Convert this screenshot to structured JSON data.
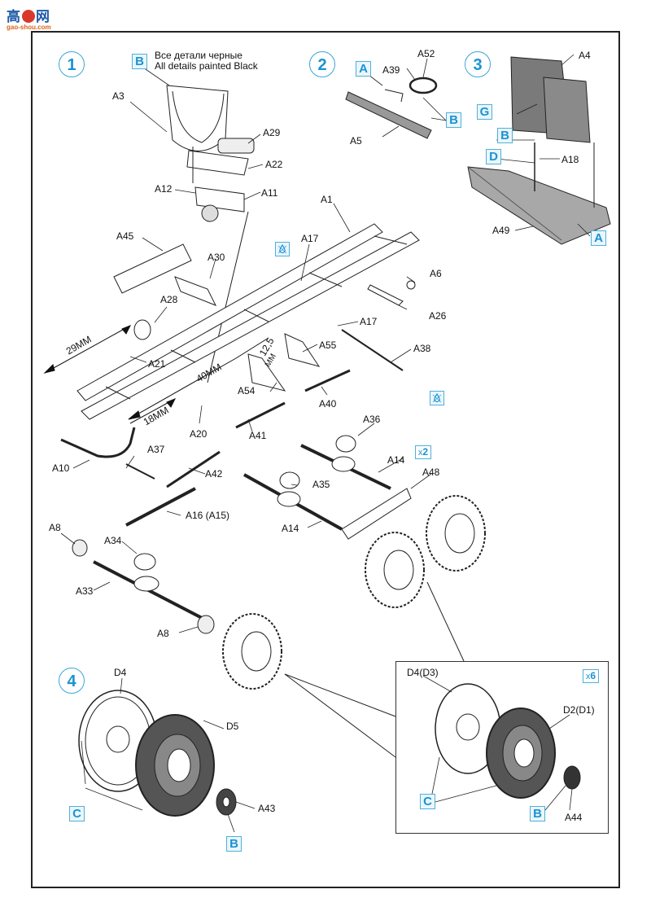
{
  "watermark": {
    "brand_cn": "高",
    "brand_cn2": "网",
    "url": "gao-shou.com"
  },
  "steps": {
    "s1": "1",
    "s2": "2",
    "s3": "3",
    "s4": "4"
  },
  "paint_note": {
    "code": "B",
    "line_ru": "Все детали черные",
    "line_en": "All details painted Black"
  },
  "paint_codes": {
    "A": "A",
    "B": "B",
    "C": "C",
    "D": "D",
    "G": "G"
  },
  "multipliers": {
    "axle": {
      "prefix": "x",
      "count": "2"
    },
    "wheel": {
      "prefix": "x",
      "count": "6"
    }
  },
  "icons": {
    "glue": "glue-drop-icon"
  },
  "dimensions": {
    "d29": "29MM",
    "d40": "40MM",
    "d18": "18MM",
    "d12": "12,5",
    "d12u": "MM"
  },
  "parts": {
    "A1": "A1",
    "A3": "A3",
    "A4": "A4",
    "A5": "A5",
    "A6": "A6",
    "A8": "A8",
    "A8b": "A8",
    "A10": "A10",
    "A11": "A11",
    "A12": "A12",
    "A14": "A14",
    "A14b": "A14",
    "A16": "A16 (A15)",
    "A17": "A17",
    "A17b": "A17",
    "A18": "A18",
    "A20": "A20",
    "A21": "A21",
    "A22": "A22",
    "A26": "A26",
    "A28": "A28",
    "A29": "A29",
    "A30": "A30",
    "A33": "A33",
    "A34": "A34",
    "A35": "A35",
    "A36": "A36",
    "A37": "A37",
    "A38": "A38",
    "A39": "A39",
    "A40": "A40",
    "A41": "A41",
    "A42": "A42",
    "A43": "A43",
    "A44": "A44",
    "A45": "A45",
    "A48": "A48",
    "A49": "A49",
    "A52": "A52",
    "A54": "A54",
    "A55": "A55",
    "D4": "D4",
    "D5": "D5",
    "D4D3": "D4(D3)",
    "D2D1": "D2(D1)"
  }
}
